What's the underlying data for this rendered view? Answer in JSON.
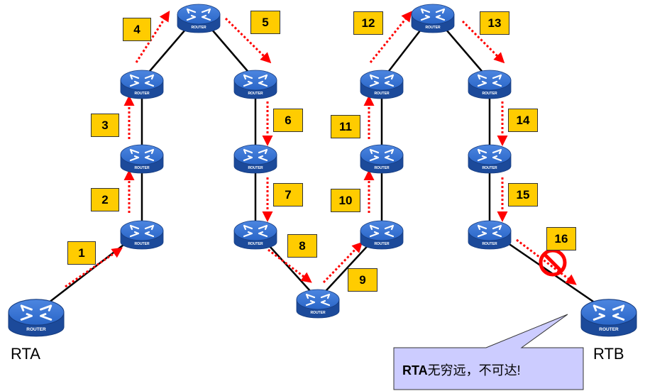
{
  "routers": {
    "device_label": "ROUTER",
    "rta_label": "RTA",
    "rtb_label": "RTB"
  },
  "hops": [
    "1",
    "2",
    "3",
    "4",
    "5",
    "6",
    "7",
    "8",
    "9",
    "10",
    "11",
    "12",
    "13",
    "14",
    "15",
    "16"
  ],
  "callout": {
    "bold": "RTA",
    "text": "无穷远，不可达!"
  },
  "colors": {
    "router_body": "#2a66c8",
    "router_edge": "#1c4a9a",
    "arrow": "#ff0000",
    "tag_fill": "#ffcc00",
    "callout_fill": "#ccccff"
  }
}
